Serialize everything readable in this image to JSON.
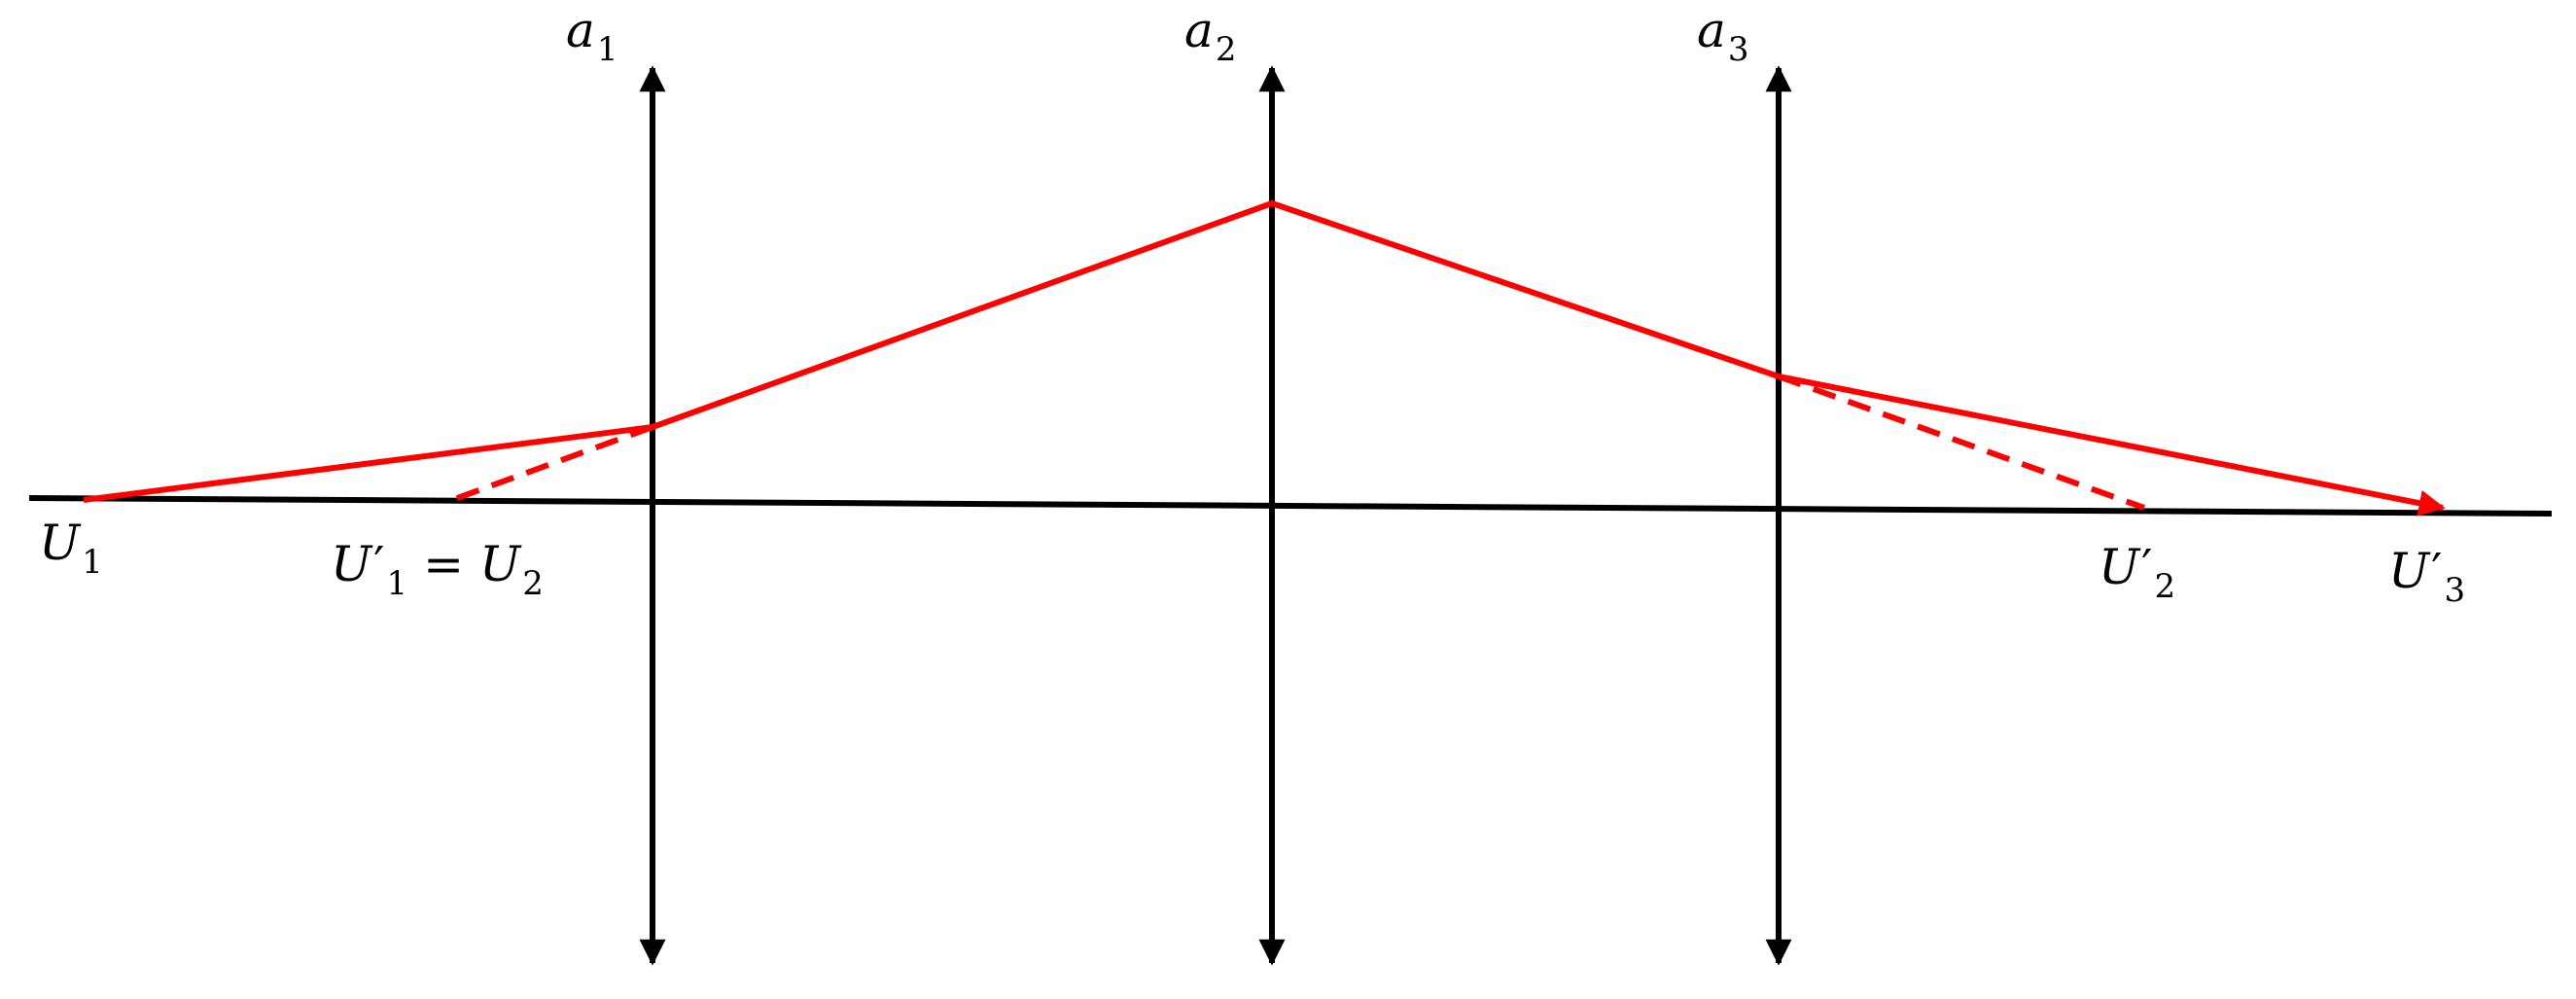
{
  "colors": {
    "axis": "#000000",
    "ray": "#ff0000",
    "background": "#ffffff"
  },
  "lenses": [
    {
      "letter": "a",
      "sub": "1"
    },
    {
      "letter": "a",
      "sub": "2"
    },
    {
      "letter": "a",
      "sub": "3"
    }
  ],
  "points": {
    "u1": {
      "letter": "U",
      "sub": "1"
    },
    "u1p_eq_u2": {
      "left": "U",
      "prime": "′",
      "left_sub": "1",
      "eq": "=",
      "right": "U",
      "right_sub": "2"
    },
    "u2p": {
      "letter": "U",
      "prime": "′",
      "sub": "2"
    },
    "u3p": {
      "letter": "U",
      "prime": "′",
      "sub": "3"
    }
  }
}
